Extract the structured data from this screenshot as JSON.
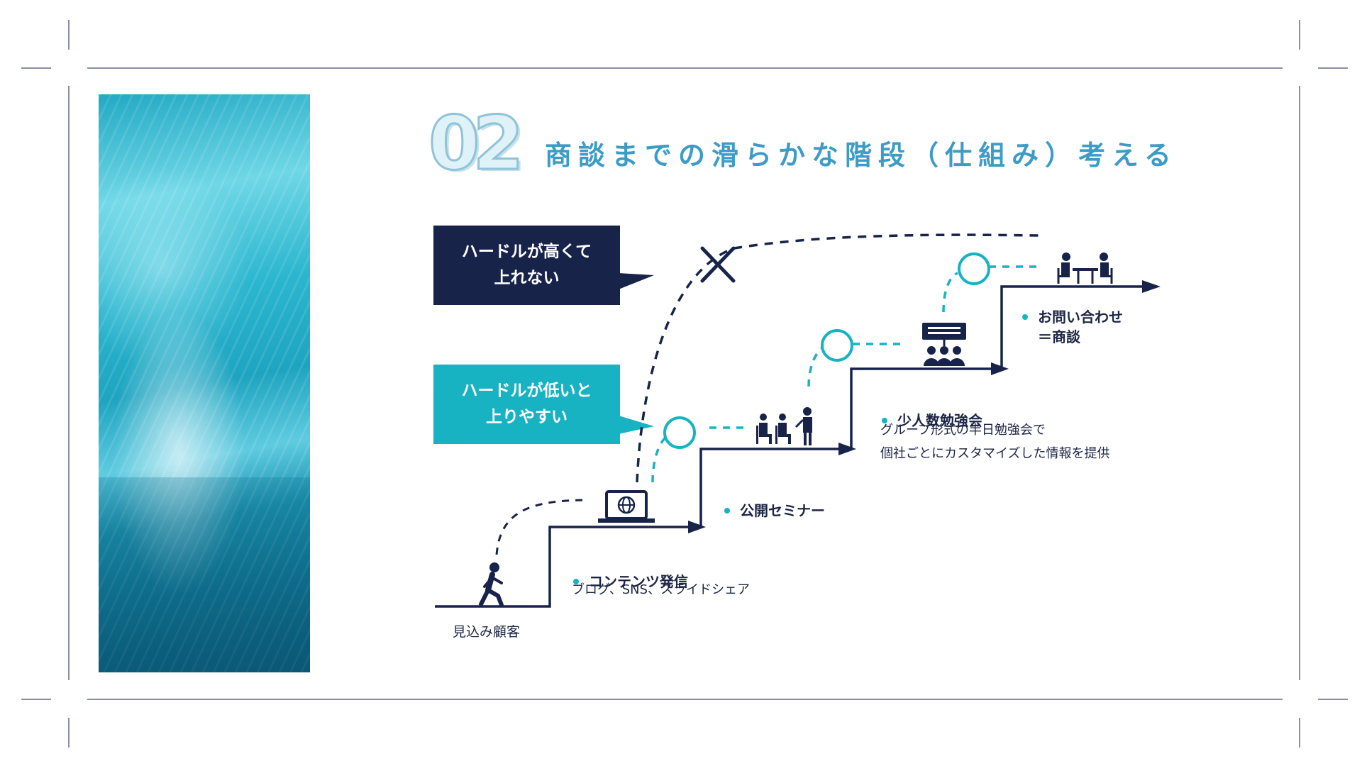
{
  "title": {
    "number": "02",
    "text": "商談までの滑らかな階段（仕組み）考える"
  },
  "callouts": {
    "high_hurdle": "ハードルが高くて\n上れない",
    "low_hurdle": "ハードルが低いと\n上りやすい"
  },
  "steps": {
    "prospect": "見込み顧客",
    "content": {
      "label": "コンテンツ発信",
      "sub": "ブログ、SNS、スライドシェア"
    },
    "seminar": {
      "label": "公開セミナー"
    },
    "study": {
      "label": "少人数勉強会",
      "sub": "グループ形式の半日勉強会で\n個社ごとにカスタマイズした情報を提供"
    },
    "deal": {
      "label": "お問い合わせ\n＝商談"
    }
  },
  "icons": [
    "walking-person-icon",
    "laptop-globe-icon",
    "seminar-audience-icon",
    "study-group-icon",
    "meeting-table-icon",
    "cross-mark-icon"
  ],
  "colors": {
    "navy": "#18234a",
    "teal": "#17b3c3",
    "title_blue": "#3d9cc6"
  }
}
